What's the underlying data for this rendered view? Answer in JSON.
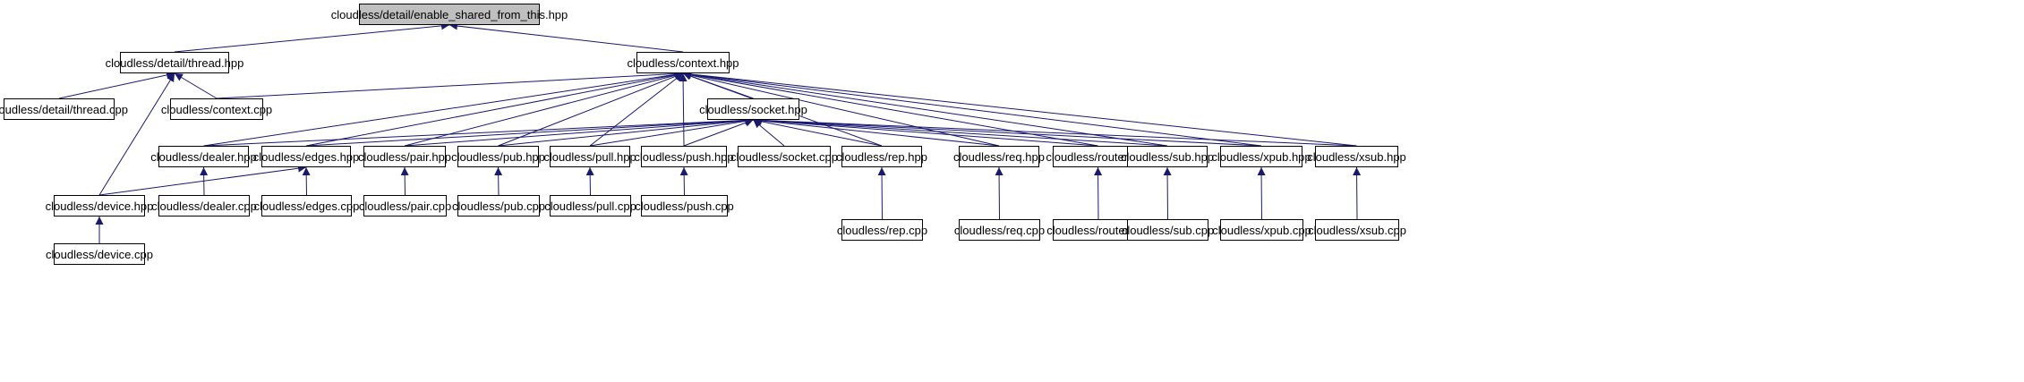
{
  "graph": {
    "edge_color": "#191970",
    "root_fill": "#bfbfbf",
    "nodes": {
      "esft": "cloudless/detail/enable_shared_from_this.hpp",
      "thread_hpp": "cloudless/detail/thread.hpp",
      "context_hpp": "cloudless/context.hpp",
      "thread_cpp": "cloudless/detail/thread.cpp",
      "context_cpp": "cloudless/context.cpp",
      "socket_hpp": "cloudless/socket.hpp",
      "dealer_hpp": "cloudless/dealer.hpp",
      "edges_hpp": "cloudless/edges.hpp",
      "pair_hpp": "cloudless/pair.hpp",
      "pub_hpp": "cloudless/pub.hpp",
      "pull_hpp": "cloudless/pull.hpp",
      "push_hpp": "cloudless/push.hpp",
      "socket_cpp": "cloudless/socket.cpp",
      "rep_hpp": "cloudless/rep.hpp",
      "req_hpp": "cloudless/req.hpp",
      "router_hpp": "cloudless/router.hpp",
      "sub_hpp": "cloudless/sub.hpp",
      "xpub_hpp": "cloudless/xpub.hpp",
      "xsub_hpp": "cloudless/xsub.hpp",
      "device_hpp": "cloudless/device.hpp",
      "dealer_cpp": "cloudless/dealer.cpp",
      "edges_cpp": "cloudless/edges.cpp",
      "pair_cpp": "cloudless/pair.cpp",
      "pub_cpp": "cloudless/pub.cpp",
      "pull_cpp": "cloudless/pull.cpp",
      "push_cpp": "cloudless/push.cpp",
      "rep_cpp": "cloudless/rep.cpp",
      "req_cpp": "cloudless/req.cpp",
      "router_cpp": "cloudless/router.cpp",
      "sub_cpp": "cloudless/sub.cpp",
      "xpub_cpp": "cloudless/xpub.cpp",
      "xsub_cpp": "cloudless/xsub.cpp",
      "device_cpp": "cloudless/device.cpp"
    },
    "edges": [
      [
        "thread_hpp",
        "esft"
      ],
      [
        "context_hpp",
        "esft"
      ],
      [
        "thread_cpp",
        "thread_hpp"
      ],
      [
        "context_cpp",
        "thread_hpp"
      ],
      [
        "device_hpp",
        "thread_hpp"
      ],
      [
        "context_cpp",
        "context_hpp"
      ],
      [
        "socket_hpp",
        "context_hpp"
      ],
      [
        "dealer_hpp",
        "context_hpp"
      ],
      [
        "edges_hpp",
        "context_hpp"
      ],
      [
        "pair_hpp",
        "context_hpp"
      ],
      [
        "pub_hpp",
        "context_hpp"
      ],
      [
        "pull_hpp",
        "context_hpp"
      ],
      [
        "push_hpp",
        "context_hpp"
      ],
      [
        "rep_hpp",
        "context_hpp"
      ],
      [
        "req_hpp",
        "context_hpp"
      ],
      [
        "router_hpp",
        "context_hpp"
      ],
      [
        "sub_hpp",
        "context_hpp"
      ],
      [
        "xpub_hpp",
        "context_hpp"
      ],
      [
        "xsub_hpp",
        "context_hpp"
      ],
      [
        "dealer_hpp",
        "socket_hpp"
      ],
      [
        "edges_hpp",
        "socket_hpp"
      ],
      [
        "pair_hpp",
        "socket_hpp"
      ],
      [
        "pub_hpp",
        "socket_hpp"
      ],
      [
        "pull_hpp",
        "socket_hpp"
      ],
      [
        "push_hpp",
        "socket_hpp"
      ],
      [
        "socket_cpp",
        "socket_hpp"
      ],
      [
        "rep_hpp",
        "socket_hpp"
      ],
      [
        "req_hpp",
        "socket_hpp"
      ],
      [
        "router_hpp",
        "socket_hpp"
      ],
      [
        "sub_hpp",
        "socket_hpp"
      ],
      [
        "xpub_hpp",
        "socket_hpp"
      ],
      [
        "xsub_hpp",
        "socket_hpp"
      ],
      [
        "dealer_cpp",
        "dealer_hpp"
      ],
      [
        "device_hpp",
        "edges_hpp"
      ],
      [
        "edges_cpp",
        "edges_hpp"
      ],
      [
        "pair_cpp",
        "pair_hpp"
      ],
      [
        "pub_cpp",
        "pub_hpp"
      ],
      [
        "pull_cpp",
        "pull_hpp"
      ],
      [
        "push_cpp",
        "push_hpp"
      ],
      [
        "rep_cpp",
        "rep_hpp"
      ],
      [
        "req_cpp",
        "req_hpp"
      ],
      [
        "router_cpp",
        "router_hpp"
      ],
      [
        "sub_cpp",
        "sub_hpp"
      ],
      [
        "xpub_cpp",
        "xpub_hpp"
      ],
      [
        "xsub_cpp",
        "xsub_hpp"
      ],
      [
        "device_cpp",
        "device_hpp"
      ]
    ]
  }
}
